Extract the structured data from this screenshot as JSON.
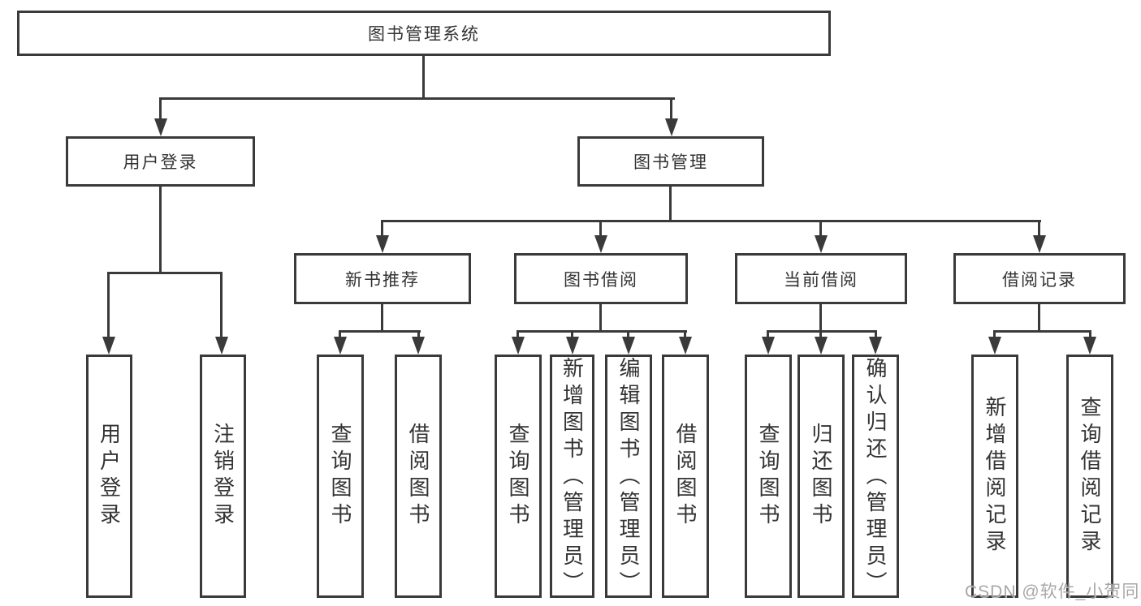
{
  "diagram": {
    "nodes": {
      "root": "图书管理系统",
      "user_login": "用户登录",
      "book_mgmt": "图书管理",
      "new_book": "新书推荐",
      "borrow": "图书借阅",
      "current": "当前借阅",
      "records": "借阅记录",
      "ul_login": "用户登录",
      "ul_logout": "注销登录",
      "nb_query": "查询图书",
      "nb_borrow": "借阅图书",
      "bb_query": "查询图书",
      "bb_add": "新增图书（管理员）",
      "bb_edit": "编辑图书（管理员）",
      "bb_borrow": "借阅图书",
      "cb_query": "查询图书",
      "cb_return": "归还图书",
      "cb_confirm": "确认归还（管理员）",
      "br_add": "新增借阅记录",
      "br_query": "查询借阅记录"
    }
  },
  "watermark": "CSDN @软件_小贺同学",
  "colors": {
    "line": "#3a3a3a",
    "text": "#333333",
    "watermark": "#9e9e9e",
    "background": "#ffffff"
  }
}
